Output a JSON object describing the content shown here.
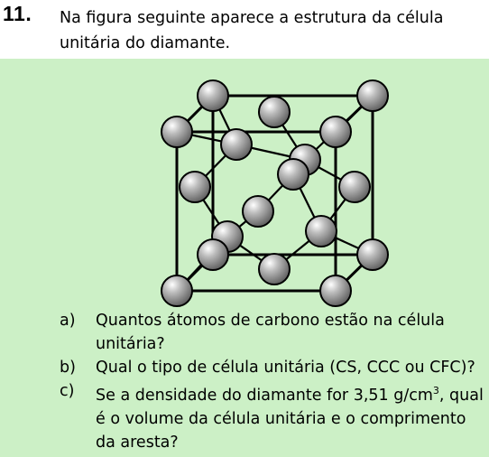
{
  "question": {
    "number": "11.",
    "intro": "Na figura seguinte aparece a estrutura da célula unitária do diamante."
  },
  "figure": {
    "atom_color": "#a5a5a5",
    "line_color": "#000000",
    "panel_color": "#ccf0c6"
  },
  "items": [
    {
      "label": "a)",
      "text": "Quantos átomos de carbono estão na célula unitária?"
    },
    {
      "label": "b)",
      "text": "Qual o tipo de célula unitária (CS, CCC ou CFC)?"
    },
    {
      "label": "c)",
      "text_before": "Se a densidade do diamante for 3,51 g/cm",
      "superscript": "3",
      "text_after": ", qual é o volume da célula unitária e o comprimento da aresta?"
    }
  ]
}
